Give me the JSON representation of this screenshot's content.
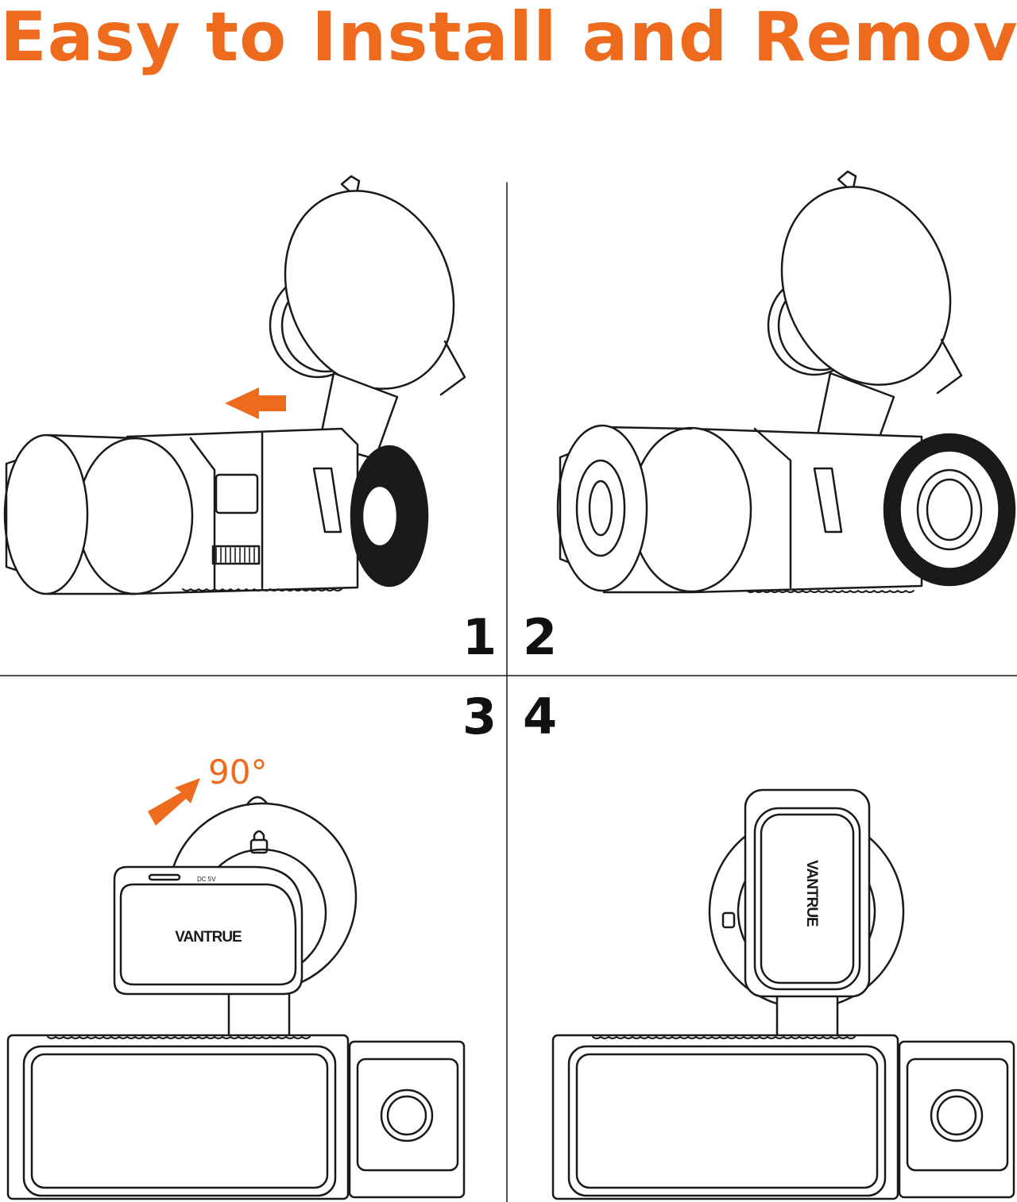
{
  "title": "Easy to Install and Remove",
  "steps": [
    {
      "number": "1"
    },
    {
      "number": "2"
    },
    {
      "number": "3"
    },
    {
      "number": "4"
    }
  ],
  "rotation_label": "90°",
  "brand_logo_text": "VANTRUE",
  "port_label": "DC 5V",
  "accent_color": "#ee6a1c",
  "line_color": "#1a1a1a"
}
